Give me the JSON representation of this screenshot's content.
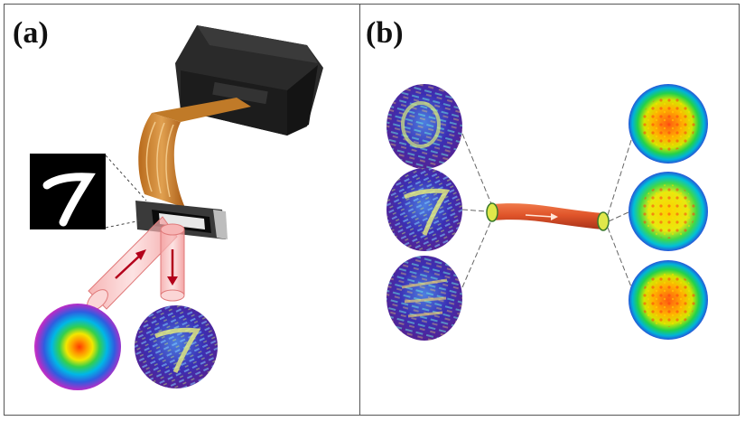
{
  "panels": {
    "a": {
      "label": "(a)"
    },
    "b": {
      "label": "(b)"
    }
  },
  "digit_sample": {
    "glyph": "7"
  },
  "icons": [
    "slm-device",
    "ribbon-cable",
    "laser-beam",
    "gaussian-spot",
    "speckle-pattern",
    "multimode-fiber"
  ]
}
